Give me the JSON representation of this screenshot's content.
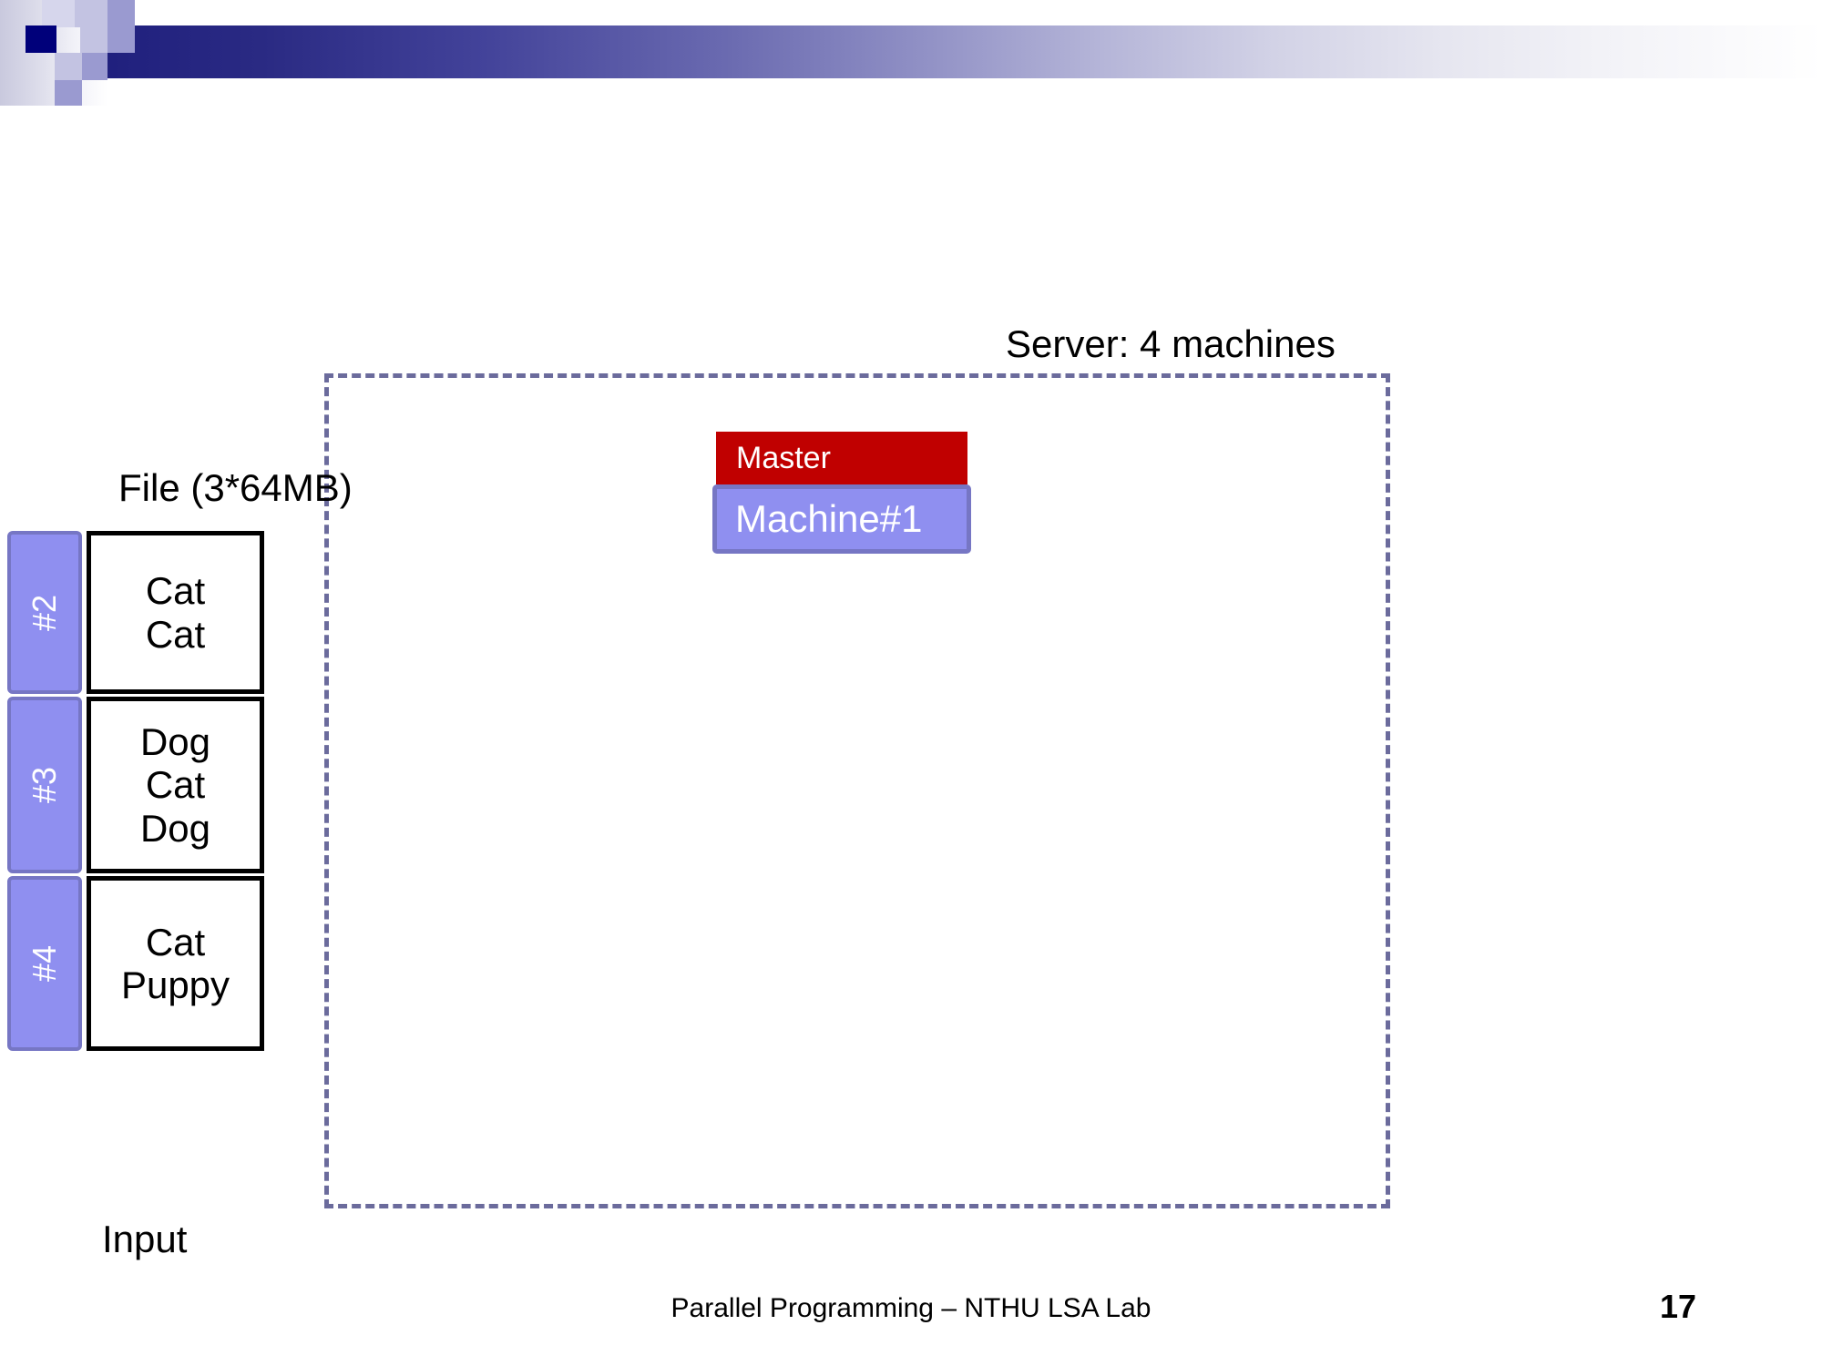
{
  "slide": {
    "server": {
      "title": "Server: 4 machines",
      "machines": [
        {
          "role_label": "Master",
          "name_label": "Machine#1"
        }
      ]
    },
    "file": {
      "label": "File (3*64MB)",
      "input_label": "Input",
      "chunks": [
        {
          "id": "#2",
          "lines": [
            "Cat",
            "Cat"
          ]
        },
        {
          "id": "#3",
          "lines": [
            "Dog",
            "Cat",
            "Dog"
          ]
        },
        {
          "id": "#4",
          "lines": [
            "Cat",
            "Puppy"
          ]
        }
      ]
    },
    "footer": {
      "text": "Parallel Programming – NTHU LSA Lab",
      "page_number": "17"
    },
    "colors": {
      "master_red": "#c00000",
      "machine_purple": "#8f8ff0",
      "machine_border": "#7676c4",
      "dashed_border": "#6b6b9c",
      "header_navy": "#20207e",
      "header_square_navy": "#00007a"
    }
  }
}
